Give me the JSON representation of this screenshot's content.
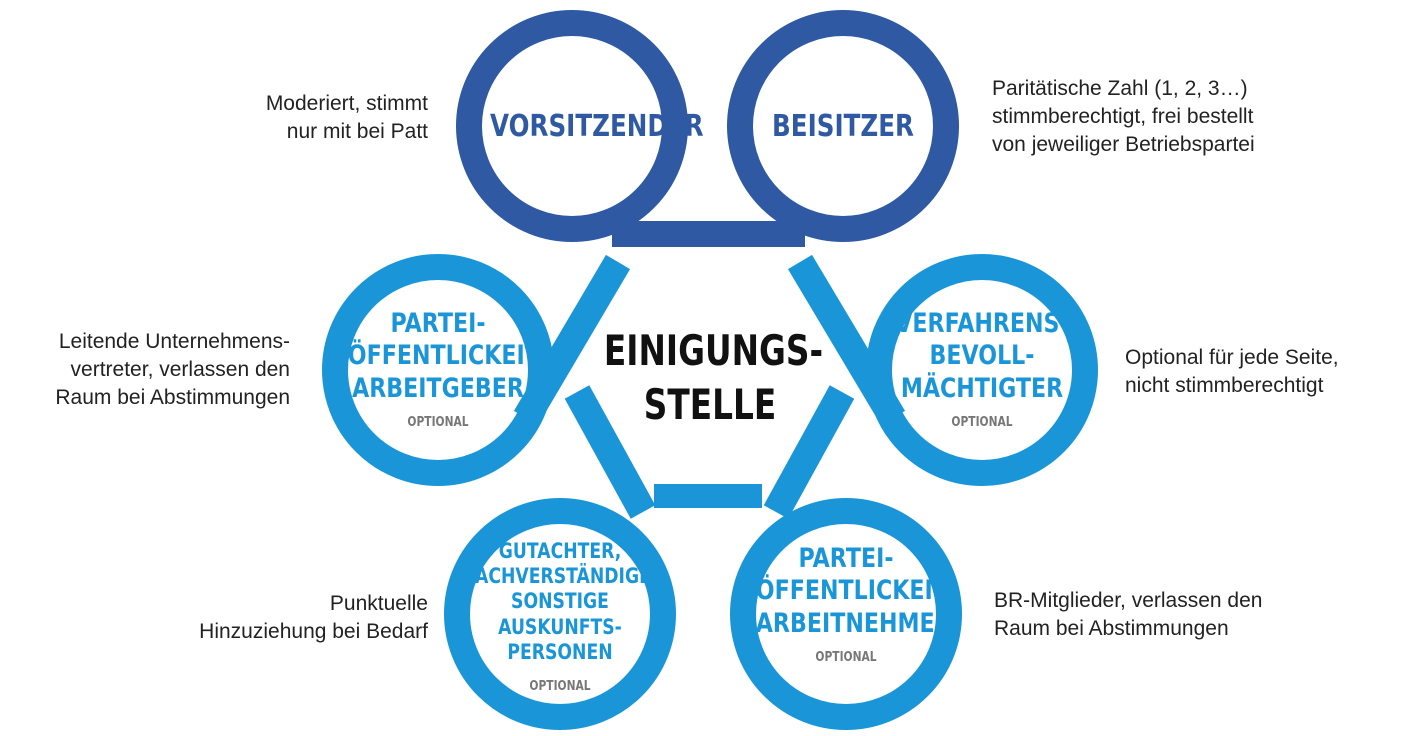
{
  "center": {
    "line1": "EINIGUNGS-",
    "line2": "STELLE"
  },
  "colors": {
    "dark_blue": "#2f5aa3",
    "light_blue": "#1a96d8",
    "text_dark": "#222222",
    "optional_gray": "#777777"
  },
  "circles": {
    "vorsitzender": {
      "lines": [
        "VORSITZENDER"
      ],
      "optional": ""
    },
    "beisitzer": {
      "lines": [
        "BEISITZER"
      ],
      "optional": ""
    },
    "partei_arbeitgeber": {
      "lines": [
        "PARTEI-",
        "ÖFFENTLICKEIT",
        "ARBEITGEBER"
      ],
      "optional": "OPTIONAL"
    },
    "verfahrens": {
      "lines": [
        "VERFAHRENS-",
        "BEVOLL-",
        "MÄCHTIGTER"
      ],
      "optional": "OPTIONAL"
    },
    "gutachter": {
      "lines": [
        "GUTACHTER,",
        "SACHVERSTÄNDIGE,",
        "SONSTIGE AUSKUNFTS-",
        "PERSONEN"
      ],
      "optional": "OPTIONAL"
    },
    "partei_arbeitnehmer": {
      "lines": [
        "PARTEI-",
        "ÖFFENTLICKEIT",
        "ARBEITNEHMER"
      ],
      "optional": "OPTIONAL"
    }
  },
  "notes": {
    "vorsitzender": [
      "Moderiert, stimmt",
      "nur mit bei Patt"
    ],
    "beisitzer": [
      "Paritätische Zahl (1, 2, 3…)",
      "stimmberechtigt, frei bestellt",
      "von jeweiliger Betriebspartei"
    ],
    "partei_arbeitgeber": [
      "Leitende Unternehmens-",
      "vertreter, verlassen den",
      "Raum bei Abstimmungen"
    ],
    "verfahrens": [
      "Optional für jede Seite,",
      "nicht stimmberechtigt"
    ],
    "gutachter": [
      "Punktuelle",
      "Hinzuziehung bei Bedarf"
    ],
    "partei_arbeitnehmer": [
      "BR-Mitglieder, verlassen den",
      "Raum bei Abstimmungen"
    ]
  }
}
